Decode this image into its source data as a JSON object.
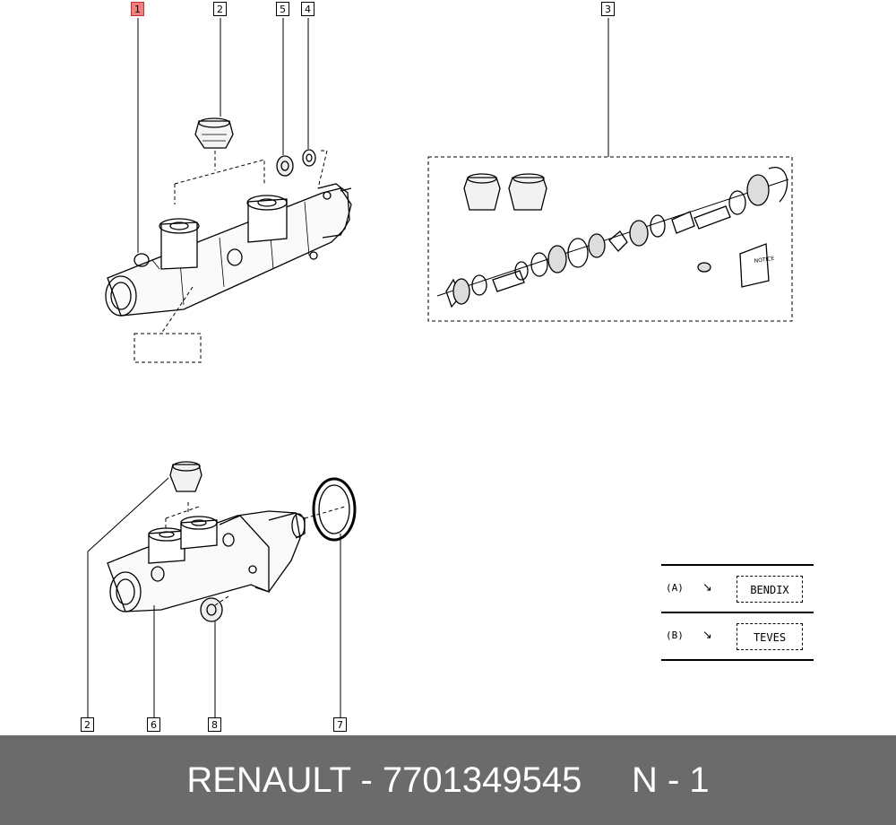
{
  "callouts": {
    "c1": "1",
    "c2": "2",
    "c5": "5",
    "c4": "4",
    "c3": "3",
    "c2b": "2",
    "c6": "6",
    "c8": "8",
    "c7": "7"
  },
  "legend": [
    {
      "code": "(A)",
      "arrow": "↘",
      "brand": "BENDIX"
    },
    {
      "code": "(B)",
      "arrow": "↘",
      "brand": "TEVES"
    }
  ],
  "kit_card_label": "NOTICE",
  "footer": {
    "text": "RENAULT - 7701349545     N - 1"
  },
  "colors": {
    "highlight": "#f08080",
    "footer_bg": "#6b6b6b"
  }
}
